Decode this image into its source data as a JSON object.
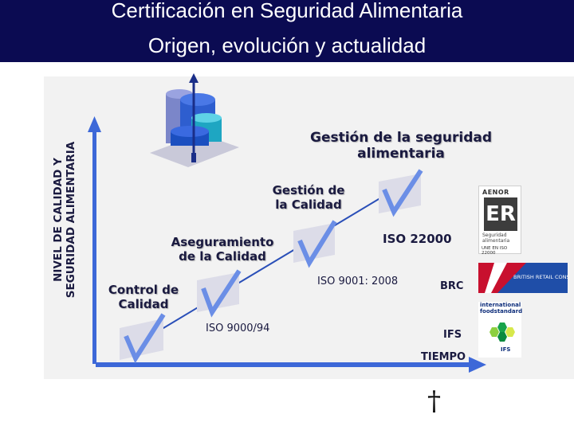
{
  "header": {
    "title_line1": "Certificación en Seguridad Alimentaria",
    "title_line2": "Origen, evolución y actualidad",
    "background_color": "#0b0b52"
  },
  "y_axis": {
    "line1": "NIVEL DE CALIDAD Y",
    "line2": "SEGURIDAD ALIMENTARIA"
  },
  "x_axis": {
    "label": "TIEMPO"
  },
  "stages": [
    {
      "line1": "Control de",
      "line2": "Calidad"
    },
    {
      "line1": "Aseguramiento",
      "line2": "de la Calidad"
    },
    {
      "line1": "Gestión de",
      "line2": "la Calidad"
    },
    {
      "line1": "Gestión de la seguridad",
      "line2": "alimentaria"
    }
  ],
  "standards": {
    "iso9000": "ISO 9000/94",
    "iso9001": "ISO 9001: 2008",
    "iso22000": "ISO 22000",
    "brc": "BRC",
    "ifs": "IFS"
  },
  "logos": {
    "aenor": {
      "top": "AENOR",
      "mark": "ER",
      "sub1": "Seguridad",
      "sub2": "alimentaria",
      "norm": "UNE EN ISO 22000"
    },
    "brc": {
      "text": "BRITISH RETAIL CONSORTIUM"
    },
    "ifs": {
      "line1": "international",
      "line2": "foodstandard",
      "mark": "IFS"
    }
  },
  "footer_symbol": "†",
  "colors": {
    "accent_blue": "#2f5bd0",
    "axis": "#4466cc",
    "check": "#6b8ee6",
    "panel": "#f2f2f2"
  }
}
